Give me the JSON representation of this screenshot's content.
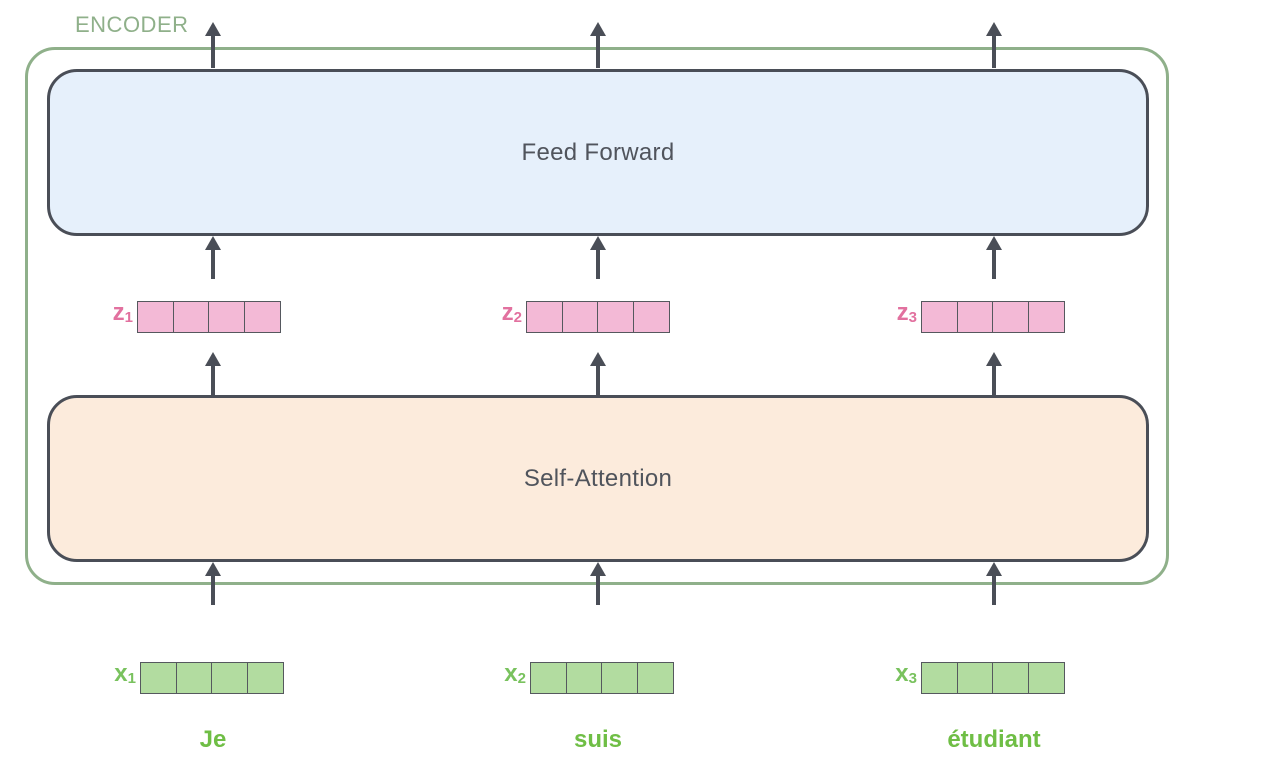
{
  "encoder": {
    "label": "ENCODER"
  },
  "layers": {
    "feed_forward": "Feed Forward",
    "self_attention": "Self-Attention"
  },
  "columns": [
    {
      "z_label": "z",
      "z_sub": "1",
      "x_label": "x",
      "x_sub": "1",
      "word": "Je"
    },
    {
      "z_label": "z",
      "z_sub": "2",
      "x_label": "x",
      "x_sub": "2",
      "word": "suis"
    },
    {
      "z_label": "z",
      "z_sub": "3",
      "x_label": "x",
      "x_sub": "3",
      "word": "étudiant"
    }
  ],
  "vector_cells": 4,
  "colors": {
    "encoder_border": "#8fb08a",
    "layer_border": "#4a4e57",
    "feed_forward_fill": "#e6f0fb",
    "self_attention_fill": "#fcebdc",
    "z_vector": "#f3b9d6",
    "z_label": "#e2719f",
    "x_vector": "#b2dca0",
    "x_label": "#79c25e",
    "arrow": "#4a4e57"
  }
}
